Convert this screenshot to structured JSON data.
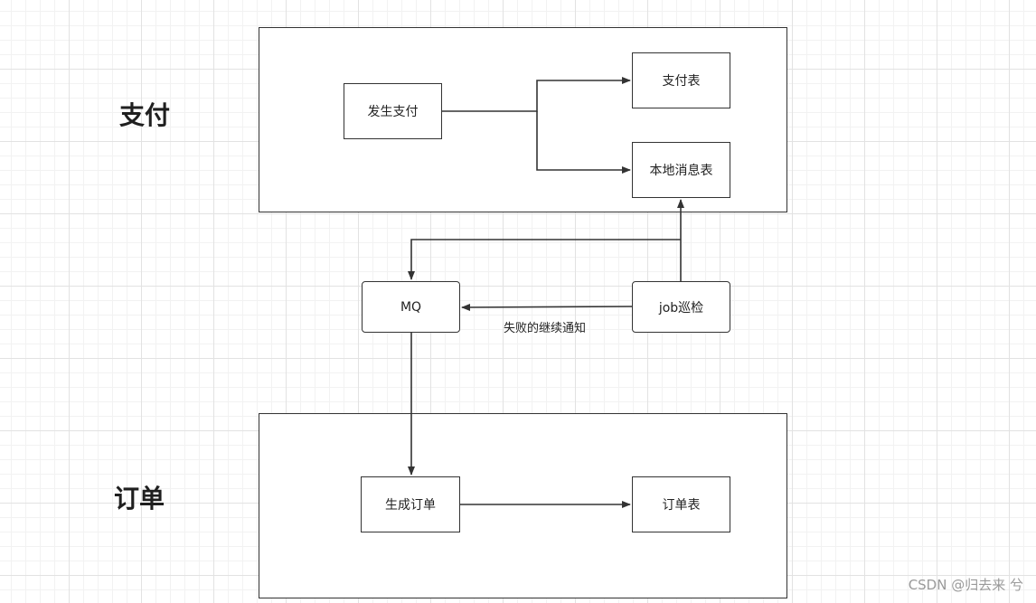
{
  "groups": {
    "payment": {
      "label": "支付"
    },
    "order": {
      "label": "订单"
    }
  },
  "nodes": {
    "payment_occurs": "发生支付",
    "payment_table": "支付表",
    "local_message_table": "本地消息表",
    "mq": "MQ",
    "job_inspection": "job巡检",
    "create_order": "生成订单",
    "order_table": "订单表"
  },
  "edges": {
    "retry_notify_label": "失败的继续通知"
  },
  "watermark": "CSDN @归去来 兮",
  "colors": {
    "stroke": "#333333",
    "grid_major": "#e2e2e2",
    "grid_minor": "#f2f2f2"
  }
}
